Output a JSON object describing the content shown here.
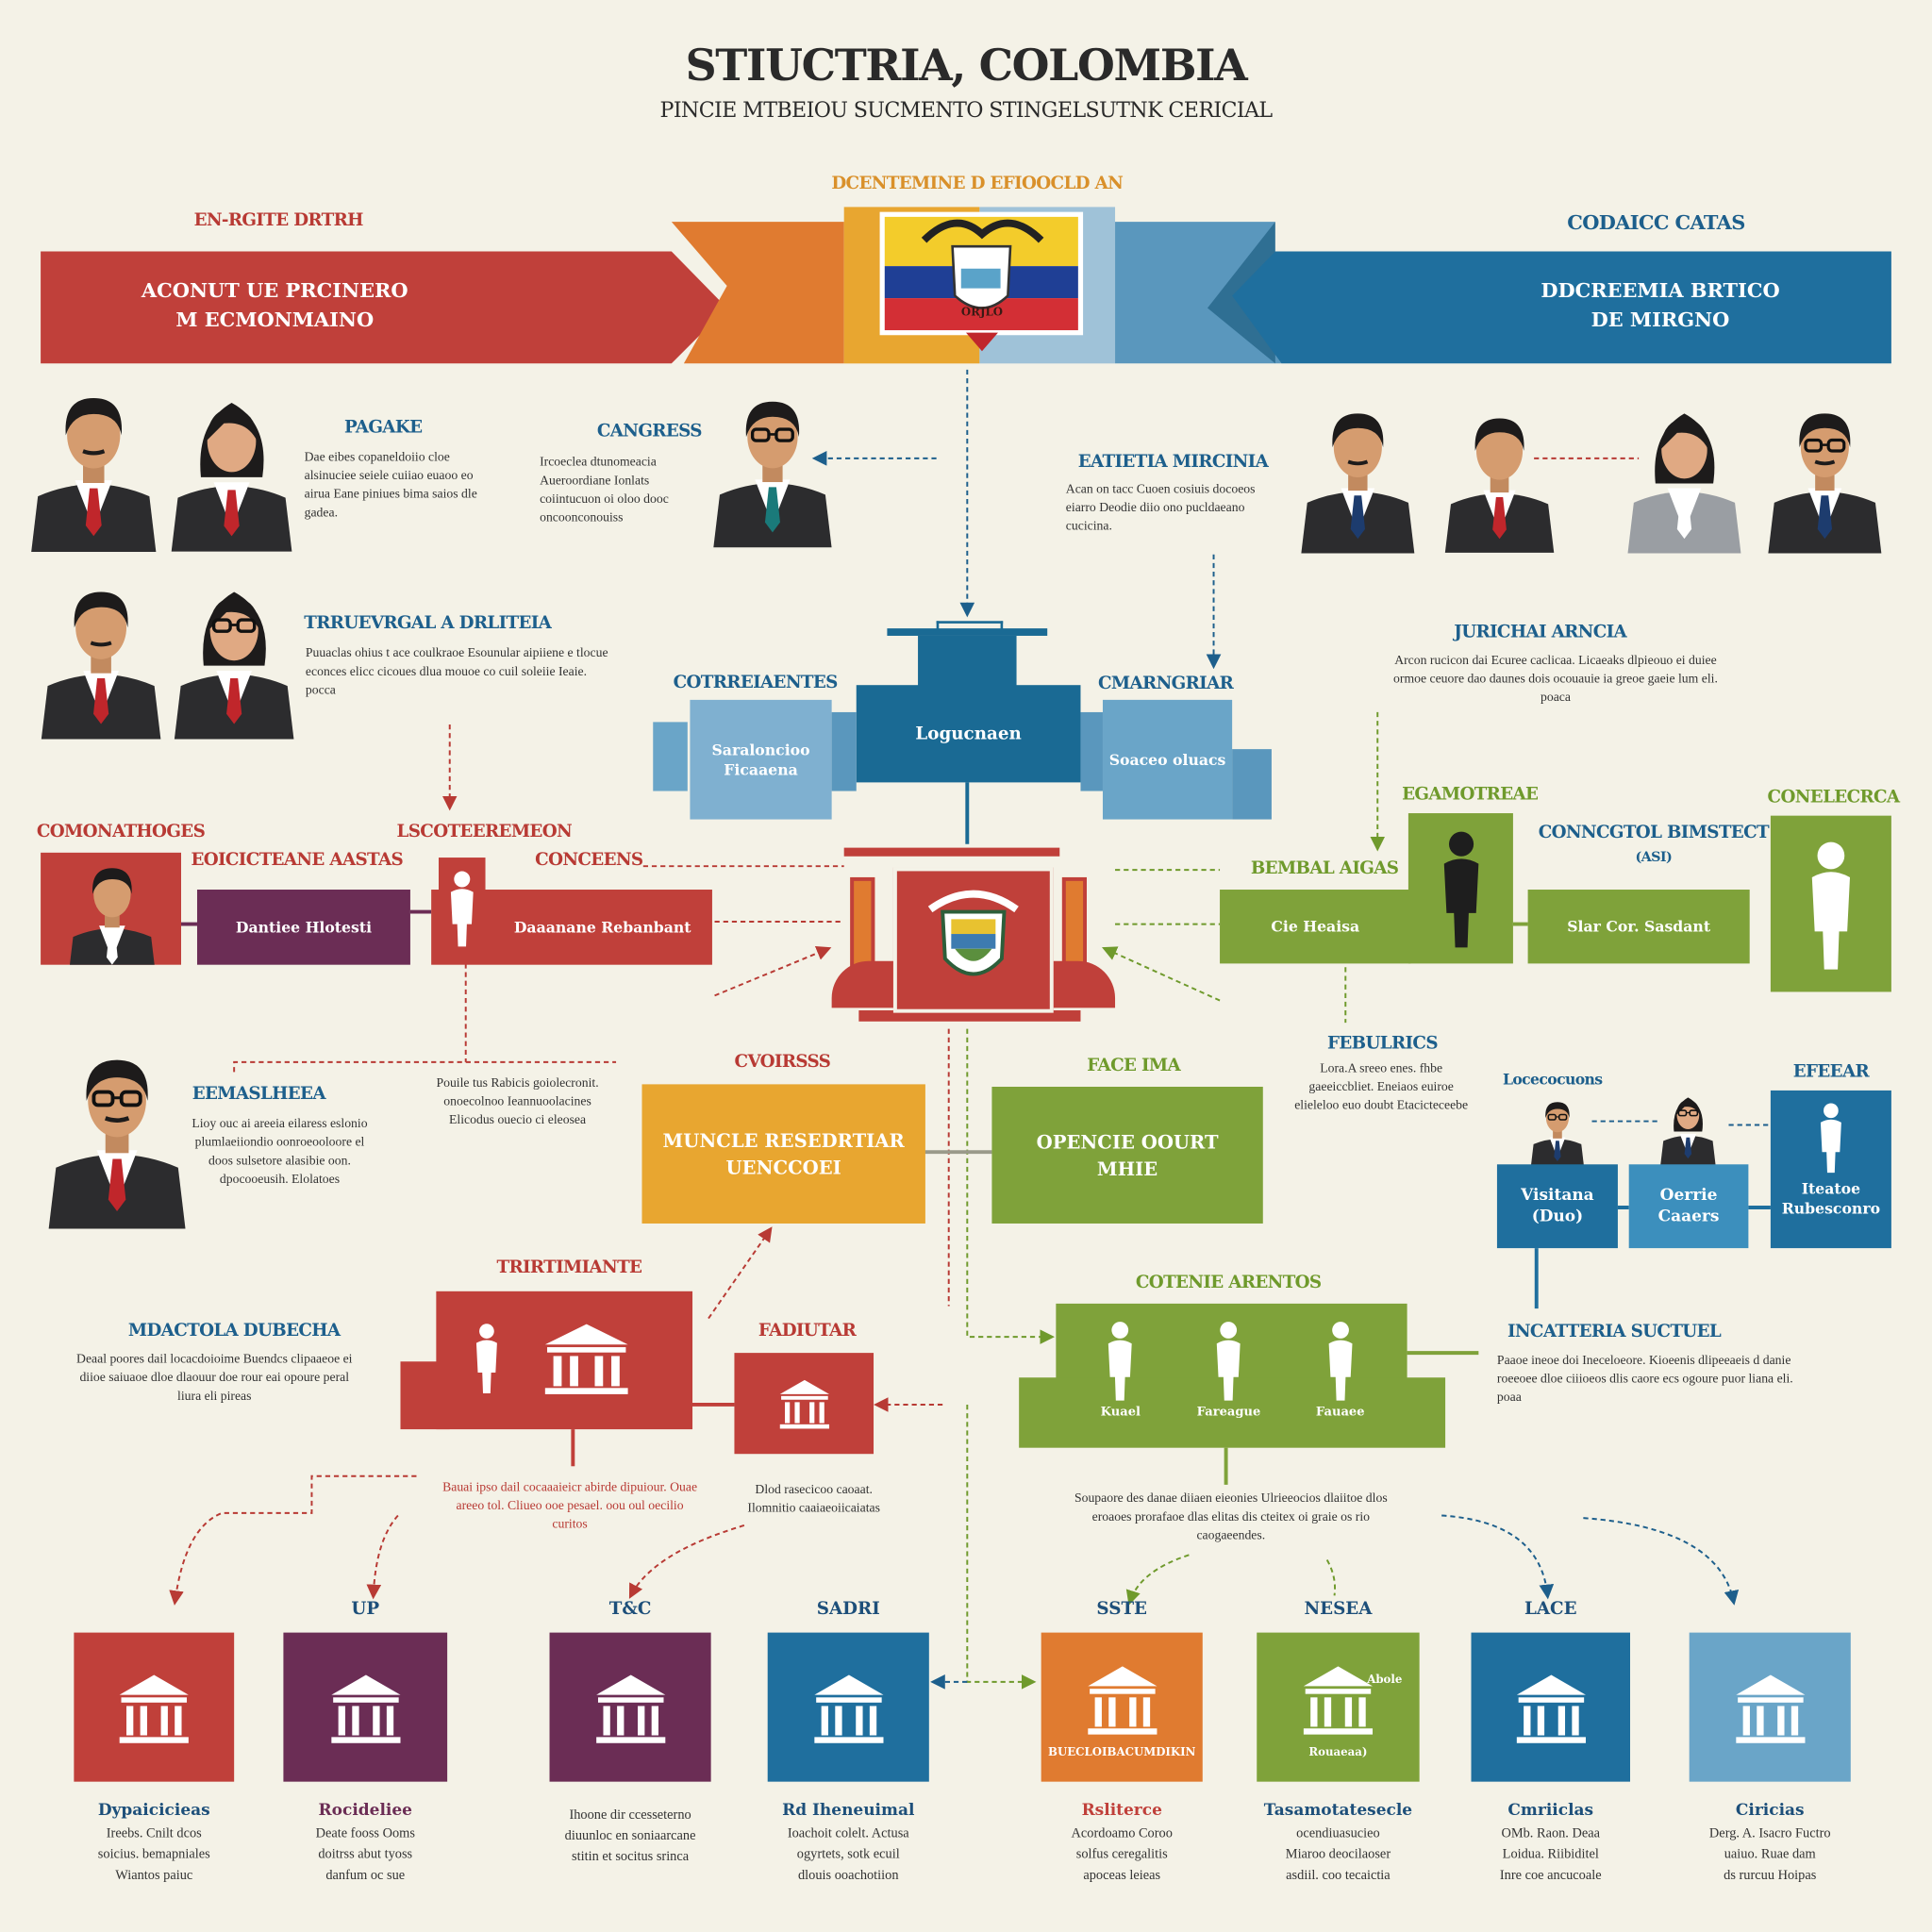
{
  "header": {
    "title": "STIUCTRIA, COLOMBIA",
    "subtitle": "PINCIE MTBEIOU SUCMENTO STINGELSUTNK CERICIAL",
    "center_label": "DCENTEMINE D EFIOOCLD AN",
    "left_label": "EN-RGITE DRTRH",
    "right_label": "CODAICC CATAS",
    "left_banner": [
      "ACONUT UE PRCINERO",
      "M ECMONMAINO"
    ],
    "right_banner": [
      "DDCREEMIA BRTICO",
      "DE MIRGNO"
    ],
    "flag_caption": "ORJLO"
  },
  "colors": {
    "red": "#c0403a",
    "purple": "#6b2d55",
    "orange": "#e07b30",
    "yellow": "#e8a630",
    "green": "#7fa23a",
    "blue": "#1f6f9e",
    "light_blue": "#6aa5c8",
    "background": "#f4f2e7"
  },
  "sections": {
    "pagake": {
      "title": "PAGAKE",
      "text": "Dae eibes copaneldoiio cloe alsinuciee seiele cuiiao euaoo eo airua Eane piniues bima saios dle gadea."
    },
    "cangress": {
      "title": "CANGRESS",
      "text": "Ircoeclea dtunomeacia Aueroordiane Ionlats coiintucuon oi oloo dooc oncoonconouiss"
    },
    "eatietia": {
      "title": "EATIETIA MIRCINIA",
      "text": "Acan on tacc Cuoen cosiuis docoeos eiarro Deodie diio ono pucldaeano cucicina."
    },
    "tribunal": {
      "title": "TRRUEVRGAL A DRLITEIA",
      "text": "Puuaclas ohius t ace coulkraoe Esounular aipiiene e tlocue econces elicc cicoues dlua mouoe co cuil soleiie Ieaie. pocca"
    },
    "juricia": {
      "title": "JURICHAI ARNCIA",
      "text": "Arcon rucicon dai Ecuree caclicaa. Licaeaks dlpieouo ei duiee ormoe ceuore dao daunes dois ocouauie ia greoe gaeie lum eli. poaca"
    },
    "legislative": {
      "left_title": "COTRREIAENTES",
      "left_text": "Saraloncioo Ficaaena",
      "center_text": "Logucnaen",
      "right_title": "CMARNGRIAR",
      "right_text": "Soaceo oluacs"
    },
    "left_chain": {
      "label1": "COMONATHOGES",
      "label2": "EOICICTEANE AASTAS",
      "label3": "LSCOTEEREMEON",
      "label4": "CONCEENS",
      "bar1": "Dantiee Hlotesti",
      "bar2": "Daaanane Rebanbant"
    },
    "right_chain": {
      "label1": "EGAMOTREAE",
      "label2": "CONELECRCA",
      "label3": "BEMBAL AIGAS",
      "label4a": "CONNCGTOL BIMSTECT",
      "label4b": "(ASI)",
      "bar1": "Cie Heaisa",
      "bar2": "Slar Cor. Sasdant"
    },
    "mid_note": {
      "text": "Pouile tus Rabicis goiolecronit. onoecolnoo Ieannuoolacines Elicodus ouecio ci eleosea"
    },
    "eemas": {
      "title": "EEMASLHEEA",
      "text": "Lioy ouc ai areeia eilaress eslonio plumlaeiiondio oonroeooloore el doos sulsetore alasibie oon. dpocooeusih. Elolatoes"
    },
    "yellow_box": {
      "title": "CVOIRSSS",
      "lines": [
        "MUNCLE RESEDRTIAR",
        "UENCCOEI"
      ]
    },
    "green_box": {
      "title": "FACE IMA",
      "lines": [
        "OPENCIE OOURT",
        "MHIE"
      ]
    },
    "febulrics": {
      "title": "FEBULRICS",
      "text": "Lora.A sreeo enes. fhbe gaeeiccbliet. Eneiaos euiroe elieleloo euo doubt Etacicteceebe"
    },
    "local": {
      "title_left": "Locecocuons",
      "title_right": "EFEEAR",
      "box1": [
        "Visitana",
        "(Duo)"
      ],
      "box2": [
        "Oerrie",
        "Caaers"
      ],
      "box3": [
        "Iteatoe",
        "Rubesconro"
      ]
    },
    "triunmiante": {
      "title": "TRIRTIMIANTE"
    },
    "mdactola": {
      "title": "MDACTOLA DUBECHA",
      "text": "Deaal poores dail locacdoioime Buendcs clipaaeoe ei diioe saiuaoe dloe dlaouur doe rour eai opoure peral liura eli pireas"
    },
    "fadiutar": {
      "title": "FADIUTAR"
    },
    "red_note": {
      "text": "Bauai ipso dail cocaaaieicr abirde dipuiour. Ouae areeo tol. Cliueo ooe pesael. oou oul oecilio curitos"
    },
    "fad_note": {
      "text": "Dlod rasecicoo caoaat. Ilomnitio caaiaeoiicaiatas"
    },
    "cotenie": {
      "title": "COTENIE ARENTOS",
      "items": [
        "Kuael",
        "Fareague",
        "Fauaee"
      ]
    },
    "incatteria": {
      "title": "INCATTERIA SUCTUEL",
      "text": "Paaoe ineoe doi Ineceloeore. Kioeenis dlipeeaeis d danie roeeoee dloe ciiioeos dlis caore ecs ogoure puor liana eli. poaa"
    },
    "center_note": {
      "text": "Soupaore des danae diiaen eieonies Ulrieeocios dlaiitoe dlos eroaoes prorafaoe dlas elitas dis cteitex oi graie os rio caogaeendes."
    }
  },
  "bottom": [
    {
      "label": "",
      "title": "Dypaicicieas",
      "text": [
        "Ireebs. Cnilt dcos",
        "soicius. bemapniales",
        "Wiantos paiuc"
      ],
      "color": "#c0403a",
      "icon": "courthouse-icon",
      "caption": ""
    },
    {
      "label": "UP",
      "title": "Rocideliee",
      "text": [
        "Deate fooss Ooms",
        "doitrss abut tyoss",
        "danfum oc sue"
      ],
      "color": "#6b2d55",
      "icon": "emblem-icon",
      "caption": ""
    },
    {
      "label": "T&C",
      "title": "",
      "text": [
        "Ihoone dir ccesseterno",
        "diuunloc en soniaarcane",
        "stitin et socitus srinca"
      ],
      "color": "#6b2d55",
      "icon": "capitol-icon",
      "caption": ""
    },
    {
      "label": "SADRI",
      "title": "Rd Iheneuimal",
      "text": [
        "Ioachoit colelt. Actusa",
        "ogyrtets, sotk ecuil",
        "dlouis ooachotiion"
      ],
      "color": "#1f6f9e",
      "icon": "gate-icon",
      "caption": ""
    },
    {
      "label": "SSTE",
      "title": "Rsliterce",
      "text": [
        "Acordoamo Coroo",
        "solfus ceregalitis",
        "apoceas leieas"
      ],
      "color": "#e07b30",
      "icon": "temple-icon",
      "caption": "BUECLOIBACUMDIKIN"
    },
    {
      "label": "NESEA",
      "title": "Tasamotatesecle",
      "text": [
        "ocendiuasucieo",
        "Miaroo deocilaoser",
        "asdiil. coo tecaictia"
      ],
      "color": "#7fa23a",
      "icon": "figures-icon",
      "caption": "Rouaeaa)",
      "caption2": "Abole"
    },
    {
      "label": "LACE",
      "title": "Cmriiclas",
      "text": [
        "OMb. Raon. Deaa",
        "Loidua. Riibiditel",
        "Inre coe ancucoale"
      ],
      "color": "#1f6f9e",
      "icon": "columns-icon",
      "caption": ""
    },
    {
      "label": "",
      "title": "Ciricias",
      "text": [
        "Derg. A. Isacro Fuctro",
        "uaiuo. Ruae dam",
        "ds rurcuu Hoipas"
      ],
      "color": "#6aa5c8",
      "icon": "tower-icon",
      "caption": ""
    }
  ]
}
